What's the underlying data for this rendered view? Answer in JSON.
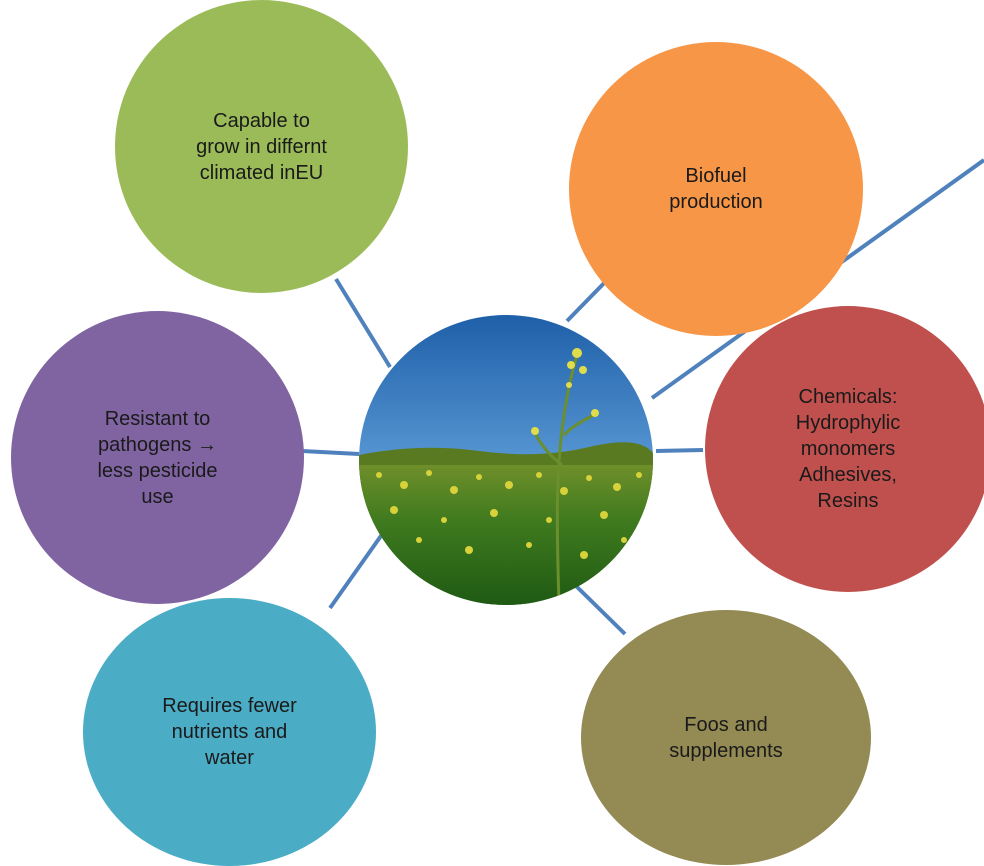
{
  "hub": {
    "image": "field-of-flowering-plants"
  },
  "nodes": {
    "climate": {
      "text": "Capable to\ngrow in differnt\nclimated inEU",
      "color": "#9bbb59"
    },
    "biofuel": {
      "text": "Biofuel\nproduction",
      "color": "#f79646"
    },
    "pathogens": {
      "text": "Resistant to\npathogens →\nless pesticide\nuse",
      "color": "#8064a2"
    },
    "chemicals": {
      "text": "Chemicals:\nHydrophylic\nmonomers\nAdhesives,\nResins",
      "color": "#c0504d"
    },
    "nutrients": {
      "text": "Requires fewer\nnutrients and\nwater",
      "color": "#4bacc6"
    },
    "foods": {
      "text": "Foos and\nsupplements",
      "color": "#948a54"
    }
  },
  "connector_color": "#4f81bd"
}
